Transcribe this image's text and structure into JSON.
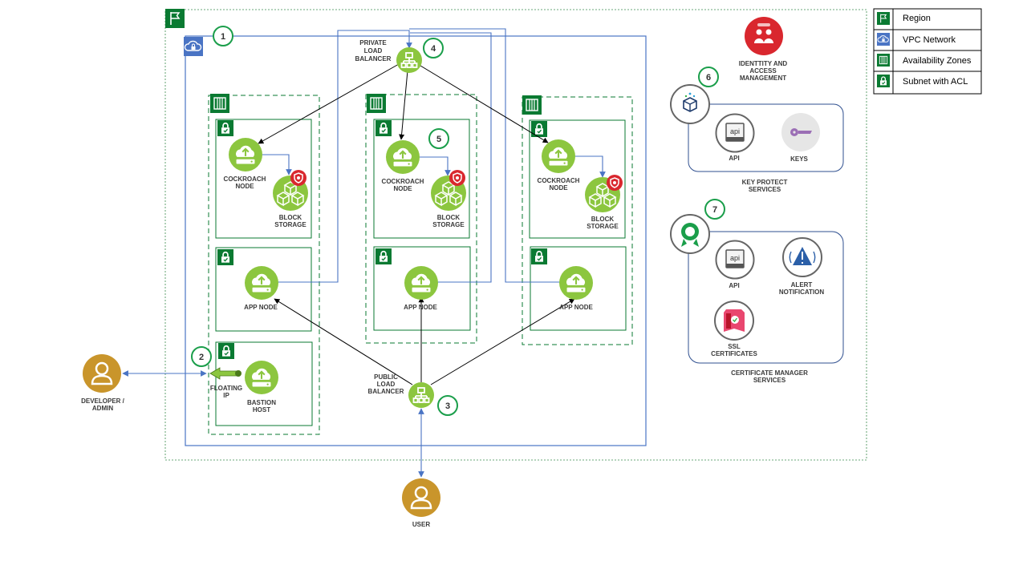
{
  "markers": [
    "1",
    "2",
    "3",
    "4",
    "5",
    "6",
    "7"
  ],
  "labels": {
    "private_lb": [
      "PRIVATE",
      "LOAD",
      "BALANCER"
    ],
    "public_lb": [
      "PUBLIC",
      "LOAD",
      "BALANCER"
    ],
    "cockroach": [
      "COCKROACH",
      "NODE"
    ],
    "block": [
      "BLOCK",
      "STORAGE"
    ],
    "app": "APP  NODE",
    "bastion": [
      "BASTION",
      "HOST"
    ],
    "floating": [
      "FLOATING",
      "IP"
    ],
    "developer": [
      "DEVELOPER /",
      "ADMIN"
    ],
    "user": "USER",
    "iam": [
      "IDENTTITY AND",
      "ACCESS",
      "MANAGEMENT"
    ],
    "api": "API",
    "keys": "KEYS",
    "key_protect": [
      "KEY PROTECT",
      "SERVICES"
    ],
    "alert": [
      "ALERT",
      "NOTIFICATION"
    ],
    "ssl": [
      "SSL",
      "CERTIFICATES"
    ],
    "cert_manager": [
      "CERTIFICATE MANAGER",
      "SERVICES"
    ],
    "api_glyph": "api"
  },
  "legend": [
    {
      "label": "Region",
      "icon": "flag-icon"
    },
    {
      "label": "VPC Network",
      "icon": "vpc-icon"
    },
    {
      "label": "Availability Zones",
      "icon": "zone-icon"
    },
    {
      "label": "Subnet with ACL",
      "icon": "lock-icon"
    }
  ],
  "colors": {
    "green_dark": "#0a7a32",
    "green_light": "#8cc63f",
    "blue_line": "#4a74c4",
    "gold": "#c9952b",
    "red": "#d9272e"
  }
}
